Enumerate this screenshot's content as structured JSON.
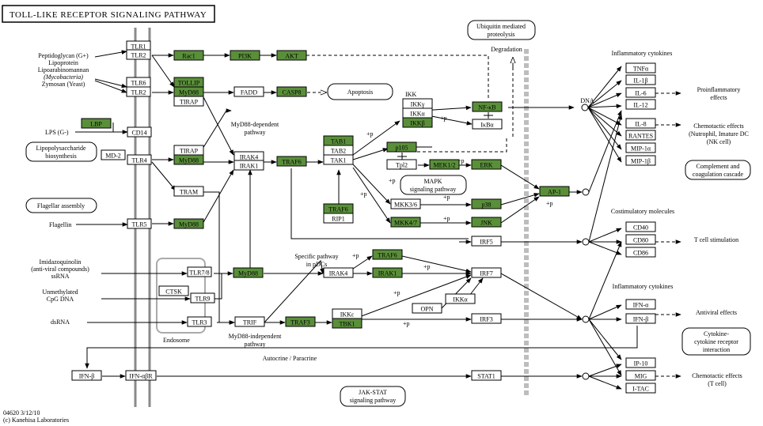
{
  "title": "TOLL-LIKE RECEPTOR SIGNALING PATHWAY",
  "footer": {
    "code": "04620 3/12/10",
    "copyright": "(c) Kanehisa Laboratories"
  },
  "colors": {
    "highlight": "#5a8f3a",
    "box": "#ffffff",
    "stroke": "#000000",
    "membrane": "#8a8a8a",
    "dashed_membrane": "#bdbdbd"
  },
  "ligands": {
    "pg": [
      "Peptidoglycan (G+)",
      "Lipoprotein",
      "Lipoarabinomannan",
      "(Mycobacteria)",
      "Zymosan (Yeast)"
    ],
    "lps": "LPS (G-)",
    "flagellin": "Flagellin",
    "imidazo": [
      "Imidazoquinolin",
      "(anti-viral compounds)",
      "ssRNA"
    ],
    "cpg": [
      "Unmethylated",
      "CpG DNA"
    ],
    "dsrna": "dsRNA"
  },
  "genes": {
    "tlr1": "TLR1",
    "tlr2a": "TLR2",
    "tlr6": "TLR6",
    "tlr2b": "TLR2",
    "rac1": "Rac1",
    "pi3k": "PI3K",
    "akt": "AKT",
    "tollip": "TOLLIP",
    "myd88a": "MyD88",
    "tirap_a": "TIRAP",
    "fadd": "FADD",
    "casp8": "CASP8",
    "lbp": "LBP",
    "cd14": "CD14",
    "md2": "MD-2",
    "tlr4": "TLR4",
    "tirap_b": "TIRAP",
    "myd88b": "MyD88",
    "tram": "TRAM",
    "irak4a": "IRAK4",
    "irak1a": "IRAK1",
    "traf6a": "TRAF6",
    "tab1": "TAB1",
    "tab2": "TAB2",
    "tak1": "TAK1",
    "ikkg": "IKKγ",
    "ikka": "IKKα",
    "ikkb": "IKKβ",
    "nfkb": "NF-κB",
    "ikba": "IκBα",
    "p105": "p105",
    "tpl2": "Tpl2",
    "mek12": "MEK1/2",
    "erk": "ERK",
    "mkk36": "MKK3/6",
    "p38": "p38",
    "mkk47": "MKK4/7",
    "jnk": "JNK",
    "ap1": "AP-1",
    "traf6b": "TRAF6",
    "rip1": "RIP1",
    "tlr5": "TLR5",
    "myd88c": "MyD88",
    "irf5": "IRF5",
    "tlr78": "TLR7/8",
    "myd88d": "MyD88",
    "irak4b": "IRAK4",
    "traf6c": "TRAF6",
    "irak1b": "IRAK1",
    "irf7": "IRF7",
    "ctsk": "CTSK",
    "tlr9": "TLR9",
    "opn": "OPN",
    "ikka2": "IKKα",
    "tlr3": "TLR3",
    "trif": "TRIF",
    "traf3": "TRAF3",
    "ikke": "IKKε",
    "tbk1": "TBK1",
    "irf3": "IRF3",
    "ifnb1": "IFN-β",
    "ifnabr": "IFN-αβR",
    "stat1": "STAT1",
    "tnfa": "TNFα",
    "il1b": "IL-1β",
    "il6": "IL-6",
    "il12": "IL-12",
    "il8": "IL-8",
    "rantes": "RANTES",
    "mip1a": "MIP-1α",
    "mip1b": "MIP-1β",
    "cd40": "CD40",
    "cd80": "CD80",
    "cd86": "CD86",
    "ifna": "IFN-α",
    "ifnb2": "IFN-β",
    "ip10": "IP-10",
    "mig": "MIG",
    "itac": "I-TAC"
  },
  "labels": {
    "ubiquitin": [
      "Ubiquitin mediated",
      "proteolysis"
    ],
    "degradation": "Degradation",
    "apoptosis": "Apoptosis",
    "dna": "DNA",
    "ikk": "IKK",
    "myd88_dep": [
      "MyD88-dependent",
      "pathway"
    ],
    "lps_bio": [
      "Lipopolysaccharide",
      "biosynthesis"
    ],
    "flagellar": "Flagellar assembly",
    "mapk": [
      "MAPK",
      "signaling pathway"
    ],
    "pdc": [
      "Specific pathway",
      "in pDCs"
    ],
    "endosome": "Endosome",
    "myd88_indep": [
      "MyD88-independent",
      "pathway"
    ],
    "autocrine": "Autocrine / Paracrine",
    "jakstat": [
      "JAK-STAT",
      "signaling pathway"
    ],
    "infl_cyt1": "Inflammatory cytokines",
    "proinfl": [
      "Proinflammatory",
      "effects"
    ],
    "chemo1": [
      "Chemotactic effects",
      "(Nutrophil, Imature DC",
      "(NK cell)"
    ],
    "complement": [
      "Complement and",
      "coagulation cascade"
    ],
    "costim": "Costimulatory molecules",
    "tcell_stim": "T cell stimulation",
    "infl_cyt2": "Inflammatory cytokines",
    "antiviral": "Antiviral effects",
    "cytokine_rec": [
      "Cytokine-",
      "cytokine receptor",
      "interaction"
    ],
    "chemo2": [
      "Chemotactic effects",
      "(T cell)"
    ],
    "plus_p": "+p"
  }
}
